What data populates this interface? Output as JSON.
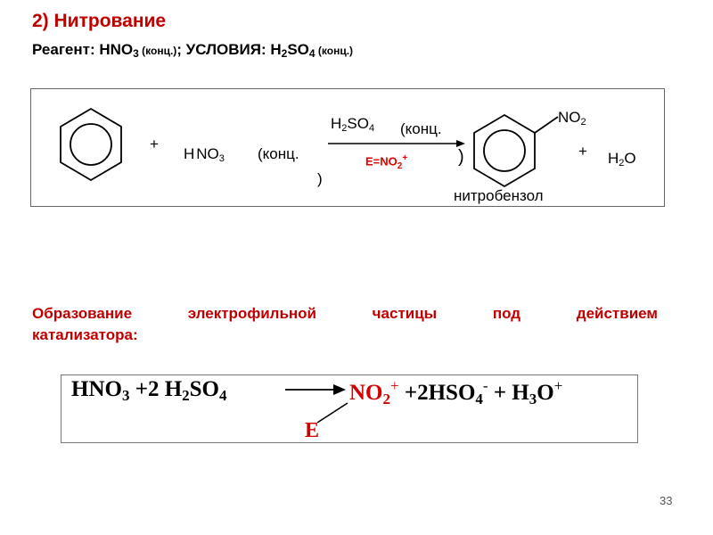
{
  "slide": {
    "title": "2) Нитрование",
    "subtitle": {
      "reagent_label": "Реагент: HNO",
      "reagent_sub": "3",
      "reagent_conc": " (конц.)",
      "sep": "; УСЛОВИЯ: H",
      "cond_sub1": "2",
      "cond_mid": "SO",
      "cond_sub2": "4",
      "cond_conc": " (конц.)"
    },
    "reaction": {
      "plus1": "+",
      "hno3_h": "H",
      "hno3_no": "NO",
      "hno3_sub": "3",
      "conc1_open": "(конц.",
      "conc1_close": ")",
      "catalyst_h": "H",
      "catalyst_sub1": "2",
      "catalyst_so": "SO",
      "catalyst_sub2": "4",
      "conc2_open": "(конц.",
      "conc2_close": ")",
      "electrophile": "E=NO",
      "electrophile_sub": "2",
      "electrophile_sup": "+",
      "product_group": "NO",
      "product_group_sub": "2",
      "plus2": "+",
      "water_h": "H",
      "water_sub": "2",
      "water_o": "O",
      "product_name": "нитробензол"
    },
    "paragraph": {
      "words_line1": [
        "Образование",
        "электрофильной",
        "частицы",
        "под",
        "действием"
      ],
      "line2": "катализатора:"
    },
    "equation": {
      "p1": "HNO",
      "p1_sub": "3",
      "p2": " +2 H",
      "p2_sub": "2",
      "p3": "SO",
      "p3_sub": "4",
      "product_no": "NO",
      "product_sub": "2",
      "product_sup": "+",
      "p4": " +2HSO",
      "p4_sub": "4",
      "p4_sup": "-",
      "p5": " + H",
      "p5_sub": "3",
      "p6": "O",
      "p6_sup": "+",
      "e_label": "E"
    },
    "page_number": "33"
  }
}
